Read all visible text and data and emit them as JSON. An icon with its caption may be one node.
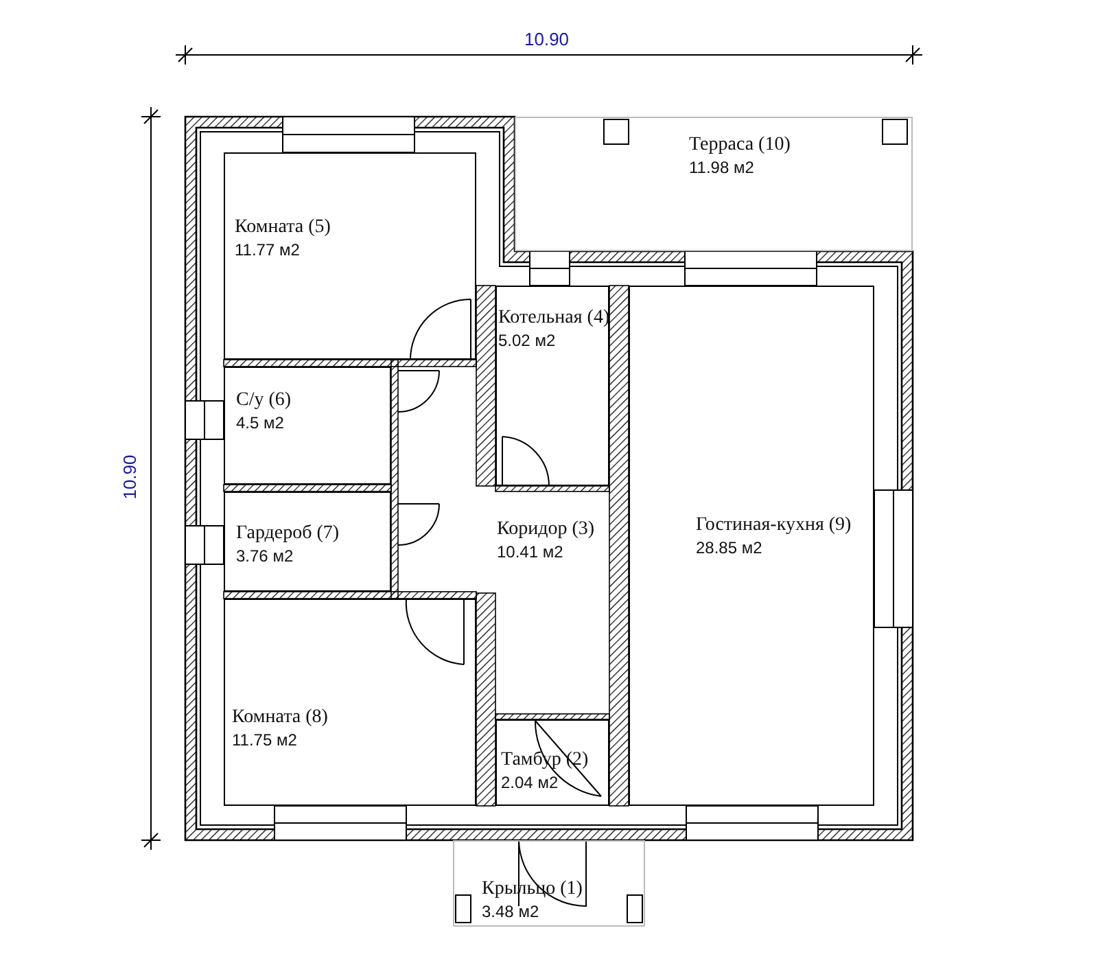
{
  "diagram": {
    "nodes": [
      {
        "text": [
          "Терраса (10)",
          "11.98 м2"
        ]
      },
      {
        "text": [
          "Комната (5)",
          "11.77 м2"
        ]
      },
      {
        "text": [
          "Котельная (4)",
          "5.02 м2"
        ]
      },
      {
        "text": [
          "С/у (6)",
          "4.5 м2"
        ]
      },
      {
        "text": [
          "Гардероб (7)",
          "3.76 м2"
        ]
      },
      {
        "text": [
          "Коридор (3)",
          "10.41 м2"
        ]
      },
      {
        "text": [
          "Гостиная-кухня (9)",
          "28.85 м2"
        ]
      },
      {
        "text": [
          "Комната (8)",
          "11.75 м2"
        ]
      },
      {
        "text": [
          "Тамбур (2)",
          "2.04 м2"
        ]
      },
      {
        "text": [
          "Крыльцо (1)",
          "3.48 м2"
        ]
      }
    ],
    "edges": [],
    "labels": [
      "10.90",
      "10.90"
    ]
  }
}
